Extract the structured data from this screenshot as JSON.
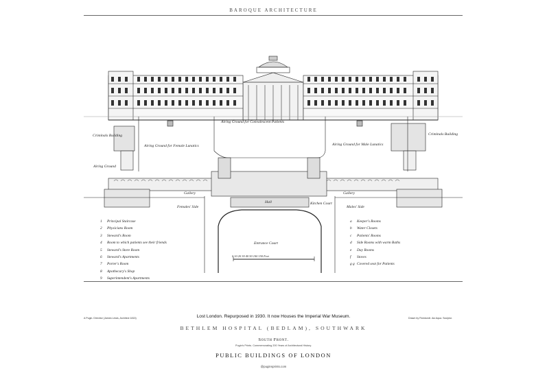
{
  "header": {
    "title": "BAROQUE ARCHITECTURE"
  },
  "plan": {
    "labels": {
      "criminals_left": "Criminals Building",
      "criminals_right": "Criminals Building",
      "airing_convalescent": "Airing Ground for Convalescent Patients",
      "airing_female": "Airing Ground for Female Lunatics",
      "airing_male": "Airing Ground for Male Lunatics",
      "airing_ground": "Airing Ground",
      "gallery_left": "Gallery",
      "gallery_right": "Gallery",
      "females_side": "Females' Side",
      "males_side": "Males' Side",
      "hall": "Hall",
      "kitchen_court": "Kitchen Court",
      "entrance_court": "Entrance Court"
    },
    "scale_label": "0 10 20 30 40 50        100        150 Feet",
    "legend_left": [
      {
        "key": "1",
        "text": "Principal Staircase"
      },
      {
        "key": "2",
        "text": "Physicians Room"
      },
      {
        "key": "3",
        "text": "Steward's Room"
      },
      {
        "key": "4",
        "text": "Room to which patients see their friends"
      },
      {
        "key": "5",
        "text": "Steward's Store Room"
      },
      {
        "key": "6",
        "text": "Steward's Apartments"
      },
      {
        "key": "7",
        "text": "Porter's Room"
      },
      {
        "key": "8",
        "text": "Apothecary's Shop"
      },
      {
        "key": "9",
        "text": "Superintendent's Apartments"
      }
    ],
    "legend_right": [
      {
        "key": "a",
        "text": "Keeper's Rooms"
      },
      {
        "key": "b",
        "text": "Water Closets"
      },
      {
        "key": "c",
        "text": "Patients' Rooms"
      },
      {
        "key": "d",
        "text": "Side Rooms with warm Baths"
      },
      {
        "key": "e",
        "text": "Day Rooms"
      },
      {
        "key": "f",
        "text": "Stoves"
      },
      {
        "key": "g g",
        "text": "Covered seat for Patients"
      }
    ]
  },
  "credits": {
    "left": "A Pugin. Direxitor (James Lewis, Architect 1815)",
    "right": "Drawn by Finedundt. Aw Aqua. Sculptor."
  },
  "caption": "Lost London. Repurposed in 1930. It now Houses the Imperial War Museum.",
  "title": "BETHLEM HOSPITAL (BEDLAM), SOUTHWARK",
  "subtitle": "South Front.",
  "note": "Pugin's Prints. Commemorating 200 Years of Architectural History.",
  "series": "PUBLIC BUILDINGS OF LONDON",
  "website": "@puginsprints.com"
}
